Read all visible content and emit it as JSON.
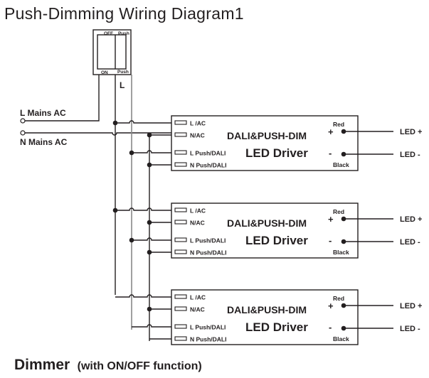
{
  "title": "Push-Dimming Wiring Diagram1",
  "switch": {
    "top_left": "OFF",
    "top_right": "Push",
    "bottom_left": "ON",
    "bottom_right": "Push",
    "line_label": "L"
  },
  "mains": {
    "l_label": "L Mains AC",
    "n_label": "N Mains AC"
  },
  "drivers": [
    {
      "terminals": [
        "L /AC",
        "N/AC",
        "L Push/DALI",
        "N Push/DALI"
      ],
      "name_line1": "DALI&PUSH-DIM",
      "name_line2": "LED Driver",
      "plus": "+",
      "minus": "-",
      "red": "Red",
      "black": "Black",
      "out_plus": "LED +",
      "out_minus": "LED -"
    },
    {
      "terminals": [
        "L /AC",
        "N/AC",
        "L Push/DALI",
        "N Push/DALI"
      ],
      "name_line1": "DALI&PUSH-DIM",
      "name_line2": "LED Driver",
      "plus": "+",
      "minus": "-",
      "red": "Red",
      "black": "Black",
      "out_plus": "LED +",
      "out_minus": "LED -"
    },
    {
      "terminals": [
        "L /AC",
        "N/AC",
        "L Push/DALI",
        "N Push/DALI"
      ],
      "name_line1": "DALI&PUSH-DIM",
      "name_line2": "LED Driver",
      "plus": "+",
      "minus": "-",
      "red": "Red",
      "black": "Black",
      "out_plus": "LED +",
      "out_minus": "LED -"
    }
  ],
  "caption": {
    "main": "Dimmer",
    "sub": "(with ON/OFF function)"
  },
  "colors": {
    "ink": "#231f20",
    "push_wire": "#888888"
  }
}
